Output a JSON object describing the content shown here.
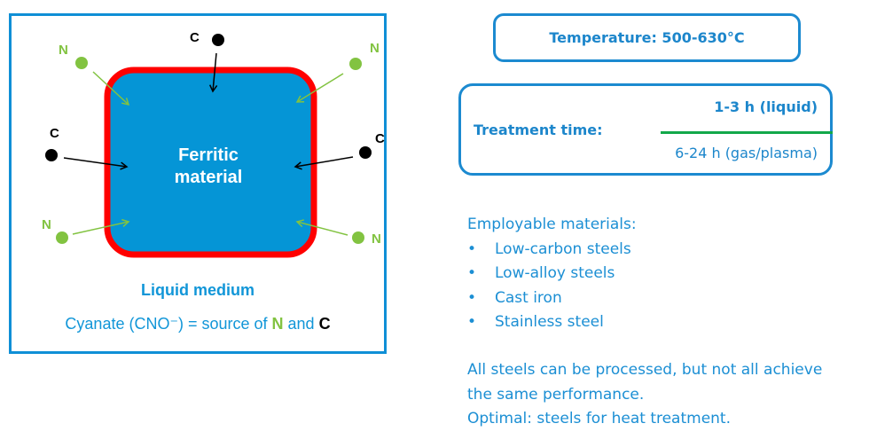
{
  "diagram": {
    "core_label_line1": "Ferritic",
    "core_label_line2": "material",
    "medium_title": "Liquid medium",
    "medium_sub_prefix": "Cyanate (CNO⁻) = source of ",
    "medium_sub_n": "N",
    "medium_sub_and": " and ",
    "medium_sub_c": "C",
    "atom_n": "N",
    "atom_c": "C",
    "colors": {
      "frame": "#0f8fd6",
      "core_fill": "#0595d6",
      "core_border": "#ff0000",
      "nitrogen": "#82c341",
      "carbon": "#000000"
    }
  },
  "temperature": {
    "label": "Temperature: 500-630°C"
  },
  "treatment_time": {
    "label": "Treatment time:",
    "liquid": "1-3 h (liquid)",
    "gas_plasma": "6-24 h (gas/plasma)"
  },
  "materials": {
    "heading": "Employable materials:",
    "bullet": "•",
    "items": [
      "Low-carbon steels",
      "Low-alloy steels",
      "Cast iron",
      "Stainless steel"
    ]
  },
  "notes": {
    "line1": "All steels can be processed, but not all achieve",
    "line2": "the same performance.",
    "line3": "Optimal: steels for heat treatment."
  }
}
